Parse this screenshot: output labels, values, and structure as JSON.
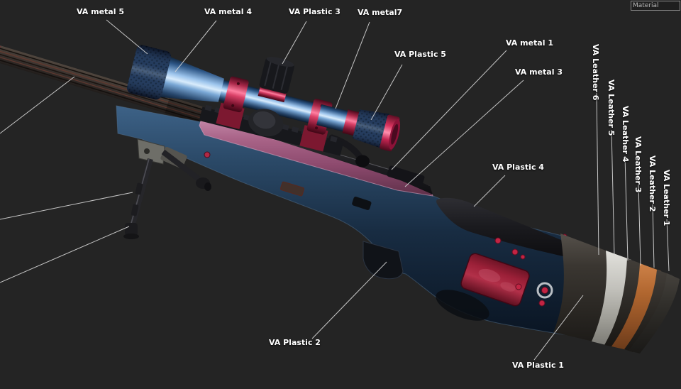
{
  "viewer": {
    "description": "3D material annotation viewport showing a scoped bolt-action sniper rifle with bipod",
    "material_field": {
      "value": "Material"
    }
  },
  "annotations": {
    "metal5": {
      "text": "VA metal 5"
    },
    "metal4": {
      "text": "VA metal 4"
    },
    "plastic3": {
      "text": "VA Plastic 3"
    },
    "metal7": {
      "text": "VA metal7"
    },
    "plastic5": {
      "text": "VA Plastic 5"
    },
    "metal1": {
      "text": "VA metal 1"
    },
    "metal3": {
      "text": "VA metal 3"
    },
    "plastic4": {
      "text": "VA Plastic 4"
    },
    "plastic2": {
      "text": "VA Plastic 2"
    },
    "plastic1": {
      "text": "VA Plastic 1"
    },
    "leather6": {
      "text": "VA Leather 6"
    },
    "leather5": {
      "text": "VA Leather 5"
    },
    "leather4": {
      "text": "VA Leather 4"
    },
    "leather3": {
      "text": "VA Leather 3"
    },
    "leather2": {
      "text": "VA Leather 2"
    },
    "leather1": {
      "text": "VA Leather 1"
    }
  },
  "colors": {
    "background": "#242424",
    "label_text": "#ffffff",
    "leader_line": "#d4d4d4",
    "scope_blue": "#9cc4ec",
    "anodized_red": "#d94067",
    "rail_pink": "#a65f86",
    "stock_navy": "#1b2f47",
    "leather_white": "#c2c1bb",
    "leather_orange": "#b0662f",
    "leather_dark": "#2c2925",
    "plate_red": "#9c2038"
  }
}
